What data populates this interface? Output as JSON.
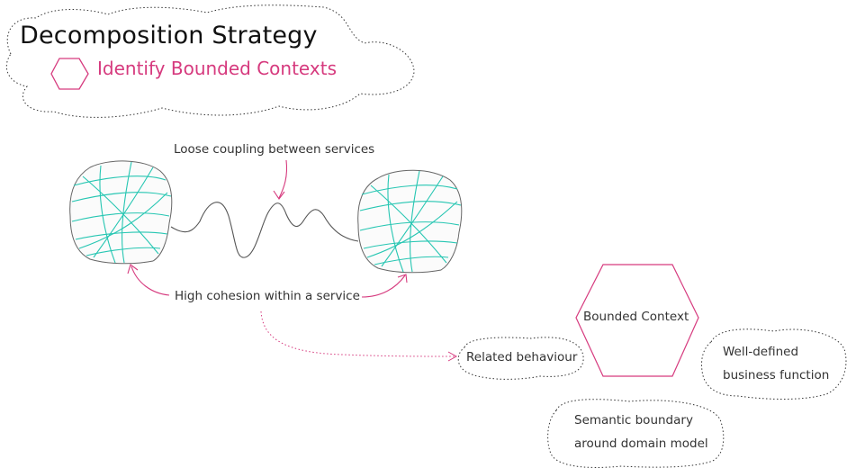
{
  "header": {
    "title": "Decomposition Strategy",
    "subtitle": "Identify Bounded Contexts"
  },
  "annotations": {
    "loose_coupling": "Loose coupling between services",
    "high_cohesion": "High cohesion within a service",
    "related_behaviour": "Related behaviour"
  },
  "bounded_context": {
    "label": "Bounded Context"
  },
  "notes": {
    "well_defined_line1": "Well-defined",
    "well_defined_line2": "business function",
    "semantic_line1": "Semantic boundary",
    "semantic_line2": "around domain model"
  },
  "colors": {
    "accent": "#d63a7e",
    "teal": "#26c6b2",
    "outline": "#555555"
  }
}
